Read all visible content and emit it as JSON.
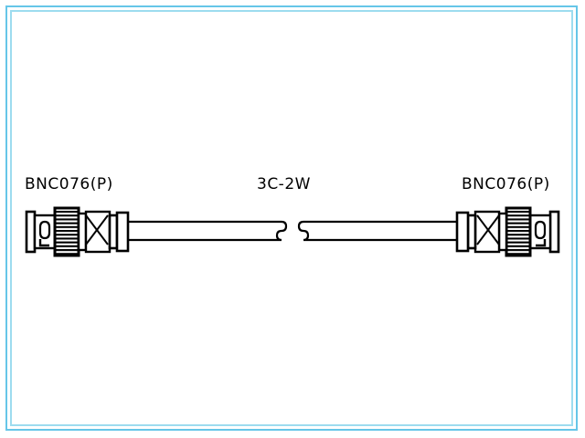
{
  "document": {
    "type": "technical-line-drawing",
    "subject": "BNC coaxial patch cable assembly",
    "background_color": "#ffffff",
    "line_color": "#000000"
  },
  "frame": {
    "style": "double-line-rectangle",
    "outer_color": "#66c6e8",
    "inner_color": "#9ddcef"
  },
  "labels": {
    "left_connector": "BNC076(P)",
    "right_connector": "BNC076(P)",
    "cable_type": "3C-2W"
  },
  "parts": {
    "left_connector": {
      "name": "BNC plug (male), left end",
      "orientation": "facing-left",
      "features": [
        "bayonet pin tip",
        "knurled coupling nut",
        "hex body with X cross-hatch",
        "strain-relief ferrule"
      ]
    },
    "right_connector": {
      "name": "BNC plug (male), right end",
      "orientation": "facing-right",
      "features": [
        "bayonet pin tip",
        "knurled coupling nut",
        "hex body with X cross-hatch",
        "strain-relief ferrule"
      ]
    },
    "cable": {
      "name": "coaxial cable",
      "type": "3C-2W",
      "break_symbol": "double-s-curve-break"
    }
  }
}
